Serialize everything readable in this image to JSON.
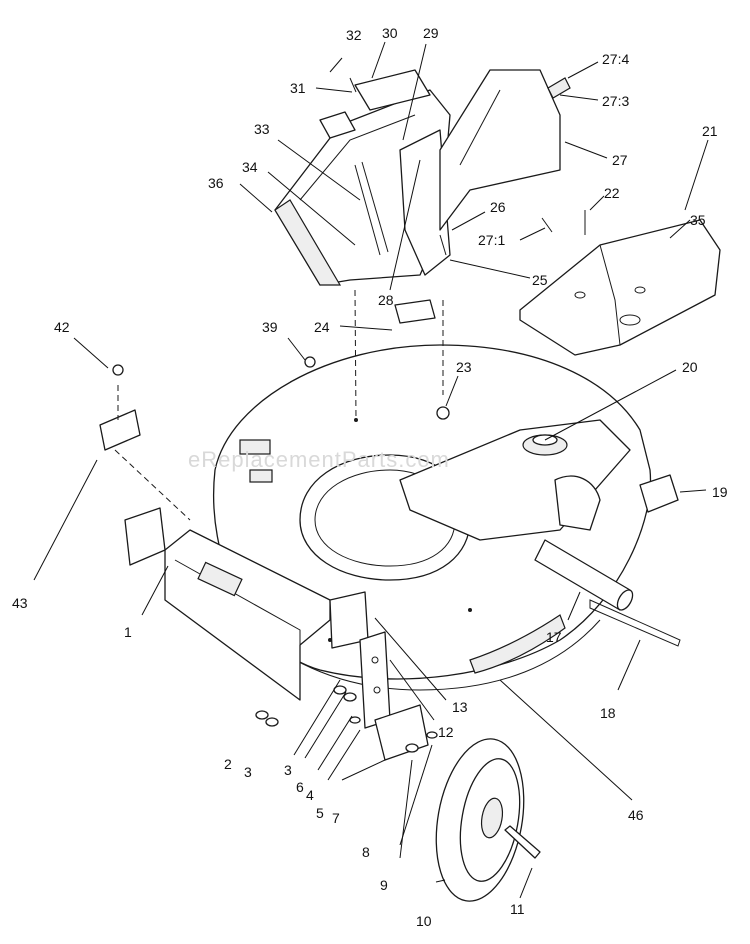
{
  "watermark": "eReplacementParts.com",
  "callouts": [
    {
      "id": "32",
      "label": "32"
    },
    {
      "id": "30",
      "label": "30"
    },
    {
      "id": "29",
      "label": "29"
    },
    {
      "id": "31",
      "label": "31"
    },
    {
      "id": "27-4",
      "label": "27:4"
    },
    {
      "id": "27-3",
      "label": "27:3"
    },
    {
      "id": "33",
      "label": "33"
    },
    {
      "id": "27",
      "label": "27"
    },
    {
      "id": "21",
      "label": "21"
    },
    {
      "id": "36",
      "label": "36"
    },
    {
      "id": "34",
      "label": "34"
    },
    {
      "id": "22",
      "label": "22"
    },
    {
      "id": "26",
      "label": "26"
    },
    {
      "id": "35",
      "label": "35"
    },
    {
      "id": "27-1",
      "label": "27:1"
    },
    {
      "id": "25",
      "label": "25"
    },
    {
      "id": "28",
      "label": "28"
    },
    {
      "id": "42",
      "label": "42"
    },
    {
      "id": "39",
      "label": "39"
    },
    {
      "id": "24",
      "label": "24"
    },
    {
      "id": "20",
      "label": "20"
    },
    {
      "id": "23",
      "label": "23"
    },
    {
      "id": "19",
      "label": "19"
    },
    {
      "id": "43",
      "label": "43"
    },
    {
      "id": "1",
      "label": "1"
    },
    {
      "id": "17",
      "label": "17"
    },
    {
      "id": "18",
      "label": "18"
    },
    {
      "id": "13",
      "label": "13"
    },
    {
      "id": "12",
      "label": "12"
    },
    {
      "id": "46",
      "label": "46"
    },
    {
      "id": "2",
      "label": "2"
    },
    {
      "id": "3a",
      "label": "3"
    },
    {
      "id": "3b",
      "label": "3"
    },
    {
      "id": "6",
      "label": "6"
    },
    {
      "id": "4",
      "label": "4"
    },
    {
      "id": "5",
      "label": "5"
    },
    {
      "id": "7",
      "label": "7"
    },
    {
      "id": "8",
      "label": "8"
    },
    {
      "id": "9",
      "label": "9"
    },
    {
      "id": "10",
      "label": "10"
    },
    {
      "id": "11",
      "label": "11"
    }
  ]
}
